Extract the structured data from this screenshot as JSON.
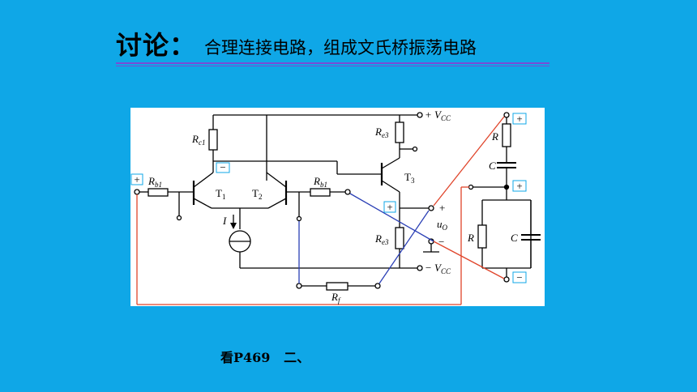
{
  "slide": {
    "title": "讨论：",
    "subtitle": "合理连接电路，组成文氏桥振荡电路",
    "reference": "看P469   二、"
  },
  "circuit": {
    "labels": {
      "rc1_main": "R",
      "rc1_sub": "c1",
      "rb1_left_main": "R",
      "rb1_left_sub": "b1",
      "rb1_right_main": "R",
      "rb1_right_sub": "b1",
      "re3_top_main": "R",
      "re3_top_sub": "e3",
      "re3_bot_main": "R",
      "re3_bot_sub": "e3",
      "rf_main": "R",
      "rf_sub": "f",
      "t1_main": "T",
      "t1_sub": "1",
      "t2_main": "T",
      "t2_sub": "2",
      "t3_main": "T",
      "t3_sub": "3",
      "current": "I",
      "vcc_pos": "+ V",
      "vcc_pos_sub": "CC",
      "vcc_neg": "− V",
      "vcc_neg_sub": "CC",
      "uo_main": "u",
      "uo_sub": "O",
      "uo_plus": "+",
      "uo_minus": "−",
      "r_series": "R",
      "c_series": "C",
      "r_parallel": "R",
      "c_parallel": "C"
    },
    "polarity": {
      "input_plus": "+",
      "collector_minus": "−",
      "output_plus": "+",
      "net_top_plus": "+",
      "net_mid_plus": "+",
      "net_bottom_minus": "−"
    },
    "wire_colors": {
      "red": "#e0442a",
      "blue": "#2a3fb5",
      "black": "#000000"
    }
  }
}
